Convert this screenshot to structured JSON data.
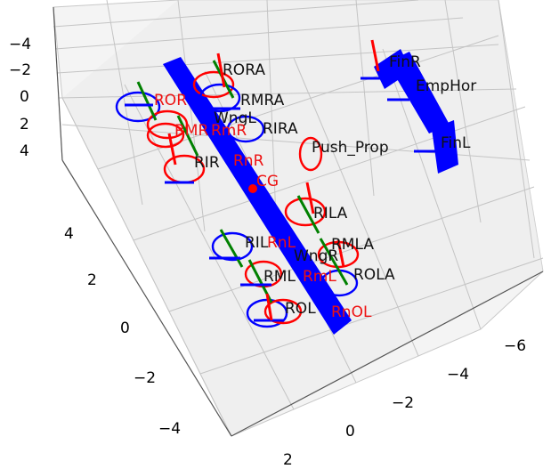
{
  "chart_data": {
    "type": "scatter",
    "projection": "3d",
    "grid": true,
    "axes": {
      "z": {
        "ticks": [
          "−4",
          "−2",
          "0",
          "2",
          "4"
        ]
      },
      "y": {
        "ticks": [
          "4",
          "2",
          "0",
          "−2",
          "−4"
        ]
      },
      "x": {
        "ticks": [
          "2",
          "0",
          "−2",
          "−4",
          "−6"
        ]
      }
    },
    "component_labels": [
      {
        "text": "RORA",
        "color": "#111111"
      },
      {
        "text": "ROR",
        "color": "#e11111"
      },
      {
        "text": "RMRA",
        "color": "#111111"
      },
      {
        "text": "RMR",
        "color": "#e11111"
      },
      {
        "text": "WngL",
        "color": "#111111"
      },
      {
        "text": "RIRA",
        "color": "#111111"
      },
      {
        "text": "RmR",
        "color": "#e11111"
      },
      {
        "text": "RIR",
        "color": "#111111"
      },
      {
        "text": "RnR",
        "color": "#e11111"
      },
      {
        "text": "Push_Prop",
        "color": "#111111"
      },
      {
        "text": "CG",
        "color": "#e11111"
      },
      {
        "text": "RILA",
        "color": "#111111"
      },
      {
        "text": "RIL",
        "color": "#111111"
      },
      {
        "text": "RnL",
        "color": "#e11111"
      },
      {
        "text": "RMLA",
        "color": "#111111"
      },
      {
        "text": "WngR",
        "color": "#111111"
      },
      {
        "text": "RML",
        "color": "#111111"
      },
      {
        "text": "RmL",
        "color": "#e11111"
      },
      {
        "text": "ROLA",
        "color": "#111111"
      },
      {
        "text": "ROL",
        "color": "#111111"
      },
      {
        "text": "RnOL",
        "color": "#e11111"
      },
      {
        "text": "FinR",
        "color": "#111111"
      },
      {
        "text": "EmpHor",
        "color": "#111111"
      },
      {
        "text": "FinL",
        "color": "#111111"
      }
    ]
  },
  "colors": {
    "surface": "#0000ff",
    "rotor_cw": "#ff0000",
    "rotor_ccw": "#0000ff",
    "axis_green": "#008000",
    "grid": "#b0b0b0",
    "pane": "#f2f2f2"
  }
}
